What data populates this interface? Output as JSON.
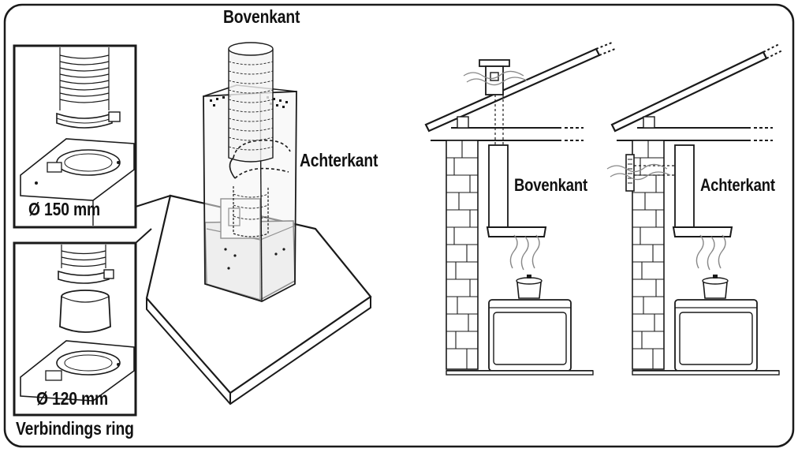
{
  "labels": {
    "top_outlet": "Bovenkant",
    "rear_outlet": "Achterkant",
    "diameter_150": "Ø 150 mm",
    "diameter_120": "Ø 120 mm",
    "connection_ring": "Verbindings ring",
    "wall_top": "Bovenkant",
    "wall_rear": "Achterkant"
  },
  "colors": {
    "line": "#1a1a1a",
    "duct_light": "#f2f2f2",
    "chimney_fill": "#f4f4f4",
    "cabinet_fill": "#d9d9d9",
    "steam": "#888888"
  }
}
